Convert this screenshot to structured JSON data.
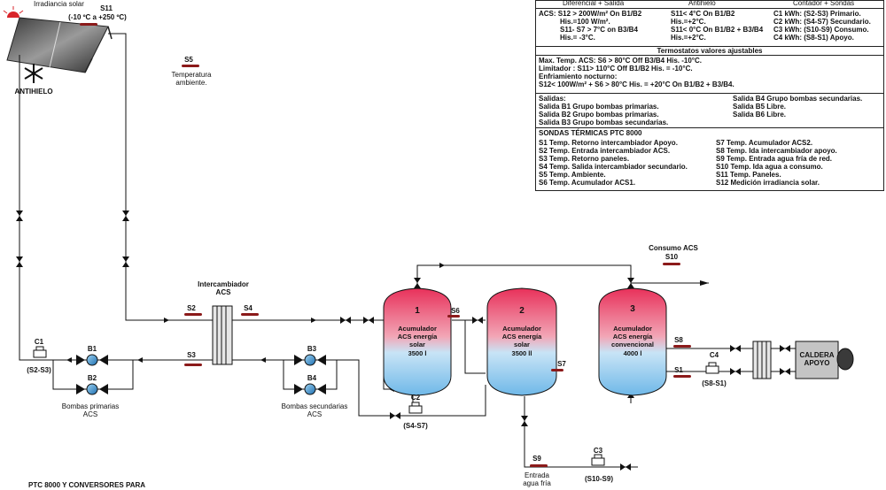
{
  "legend": {
    "top_left": "Diferencial + Salida",
    "top_mid": "Antihielo",
    "top_right": "Contador + Sondas"
  },
  "acs_block": {
    "col1": [
      "ACS: S12 > 200W/m² On B1/B2",
      "His.=100 W/m².",
      "S11- S7 > 7°C on B3/B4",
      "His.= -3°C."
    ],
    "col2": [
      "S11< 4°C On  B1/B2",
      "His.=+2°C.",
      "S11< 0°C On  B1/B2 + B3/B4",
      "His.=+2°C."
    ],
    "col3": [
      "C1 kWh:  (S2-S3) Primario.",
      "C2 kWh:  (S4-S7) Secundario.",
      "C3 kWh:  (S10-S9) Consumo.",
      "C4 kWh:  (S8-S1) Apoyo."
    ]
  },
  "termostatos": {
    "title": "Termostatos valores ajustables",
    "lines": [
      "Max. Temp. ACS: S6 > 80°C Off  B3/B4  His. -10°C.",
      "Limitador : S11> 110°C Off B1/B2 His. = -10°C.",
      "Enfriamiento nocturno:",
      "S12< 100W/m² + S6 > 80°C His. = +20°C On B1/B2 + B3/B4."
    ]
  },
  "salidas": {
    "title": "Salidas:",
    "left": [
      "Salida B1 Grupo bombas primarias.",
      "Salida B2 Grupo bombas primarias.",
      "Salida B3 Grupo bombas secundarias."
    ],
    "right": [
      "Salida B4 Grupo bombas secundarias.",
      "Salida B5 Libre.",
      "Salida B6 Libre."
    ]
  },
  "sondas": {
    "title": "SONDAS TÉRMICAS PTC 8000",
    "left": [
      "S1  Temp. Retorno intercambiador Apoyo.",
      "S2  Temp. Entrada intercambiador ACS.",
      "S3  Temp. Retorno paneles.",
      "S4  Temp. Salida intercambiador secundario.",
      "S5  Temp. Ambiente.",
      "S6  Temp. Acumulador ACS1."
    ],
    "right": [
      "S7  Temp. Acumulador ACS2.",
      "S8  Temp. Ida intercambiador apoyo.",
      "S9  Temp. Entrada agua fría de red.",
      "S10 Temp. Ida agua a consumo.",
      "S11 Temp. Paneles.",
      "S12 Medición irradiancia solar."
    ]
  },
  "diagram": {
    "irradiancia": "Irradiancia solar",
    "s11": "S11",
    "s11_range": "(-10 ºC a +250 ºC)",
    "antihielo": "ANTIHIELO",
    "s5": "S5",
    "s5_desc1": "Temperatura",
    "s5_desc2": "ambiente.",
    "intercambiador1": "Intercambiador",
    "intercambiador2": "ACS",
    "s2": "S2",
    "s3": "S3",
    "s4": "S4",
    "s6": "S6",
    "s7": "S7",
    "s8": "S8",
    "s1": "S1",
    "s9": "S9",
    "s10": "S10",
    "c1": "C1",
    "c1_sub": "(S2-S3)",
    "c2": "C2",
    "c2_sub": "(S4-S7)",
    "c3": "C3",
    "c3_sub": "(S10-S9)",
    "c4": "C4",
    "c4_sub": "(S8-S1)",
    "b1": "B1",
    "b2": "B2",
    "b3": "B3",
    "b4": "B4",
    "bombas_prim1": "Bombas primarias",
    "bombas_prim2": "ACS",
    "bombas_sec1": "Bombas secundarias",
    "bombas_sec2": "ACS",
    "consumo": "Consumo ACS",
    "entrada1": "Entrada",
    "entrada2": "agua fría",
    "caldera1": "CALDERA",
    "caldera2": "APOYO",
    "tank1": {
      "num": "1",
      "l1": "Acumulador",
      "l2": "ACS energía",
      "l3": "solar",
      "l4": "3500 l"
    },
    "tank2": {
      "num": "2",
      "l1": "Acumulador",
      "l2": "ACS energía",
      "l3": "solar",
      "l4": "3500 ll"
    },
    "tank3": {
      "num": "3",
      "l1": "Acumulador",
      "l2": "ACS energía",
      "l3": "convencional",
      "l4": "4000 l"
    },
    "footer": "PTC 8000 Y CONVERSORES PARA"
  }
}
